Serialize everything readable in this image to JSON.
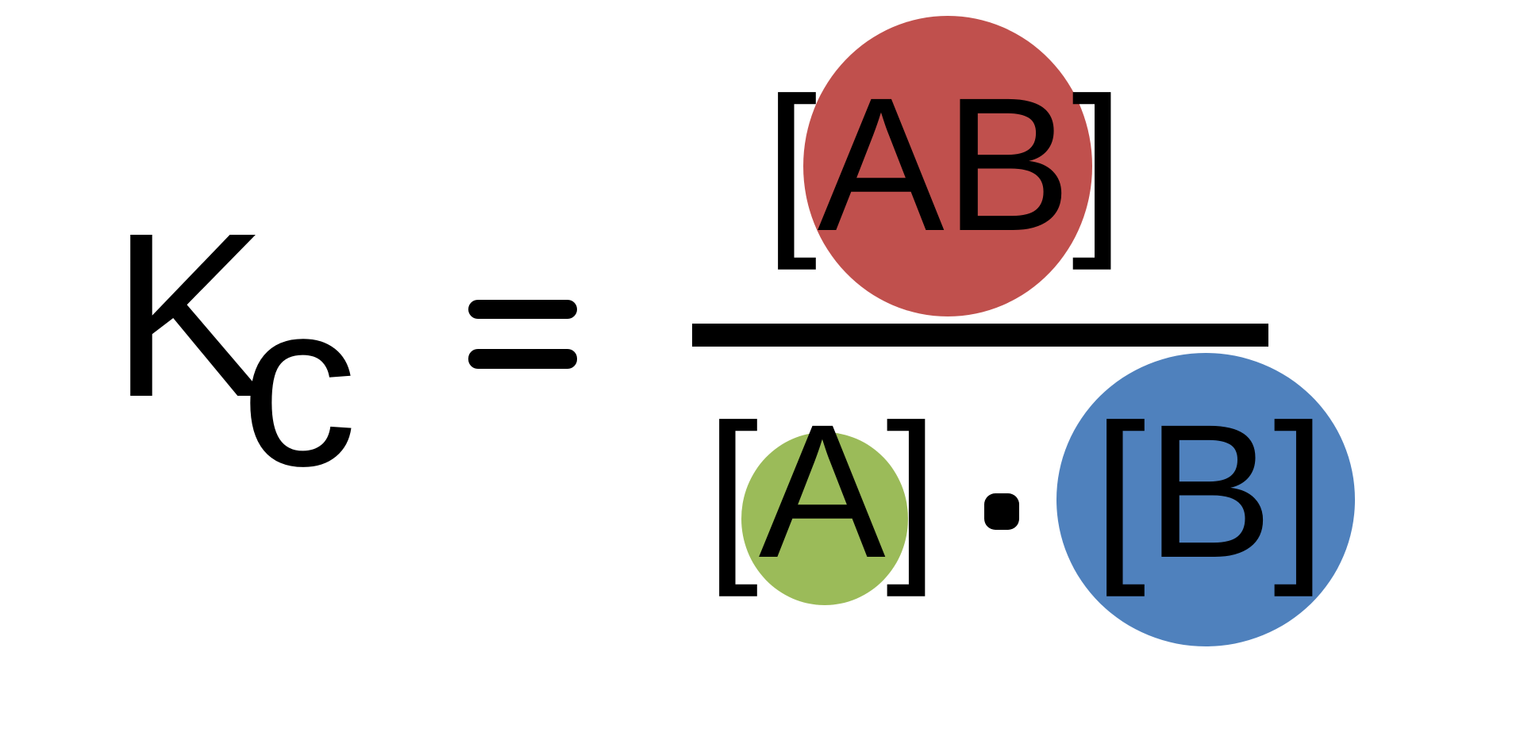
{
  "figure": {
    "type": "chemical-equilibrium-expression",
    "background_color": "#FFFFFF",
    "text_color": "#000000"
  },
  "equation": {
    "constant": {
      "base": "K",
      "subscript": "c"
    },
    "equals": "=",
    "numerator": {
      "term": "[AB]",
      "species": "AB",
      "circle_color": "#C0504D"
    },
    "denominator": {
      "term_a": {
        "term": "[A]",
        "species": "A",
        "circle_color": "#9BBB59"
      },
      "operator": "·",
      "term_b": {
        "term": "[B]",
        "species": "B",
        "circle_color": "#4F81BD"
      }
    }
  }
}
